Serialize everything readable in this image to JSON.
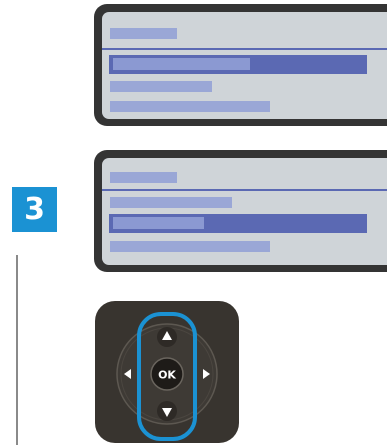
{
  "step": {
    "number": "3"
  },
  "control_pad": {
    "ok_label": "OK",
    "up_icon": "triangle-up-icon",
    "down_icon": "triangle-down-icon",
    "left_icon": "triangle-left-icon",
    "right_icon": "triangle-right-icon",
    "highlight_color": "#1b92d3"
  },
  "screens": [
    {
      "selected_item": 2
    },
    {
      "selected_item": 3
    }
  ]
}
